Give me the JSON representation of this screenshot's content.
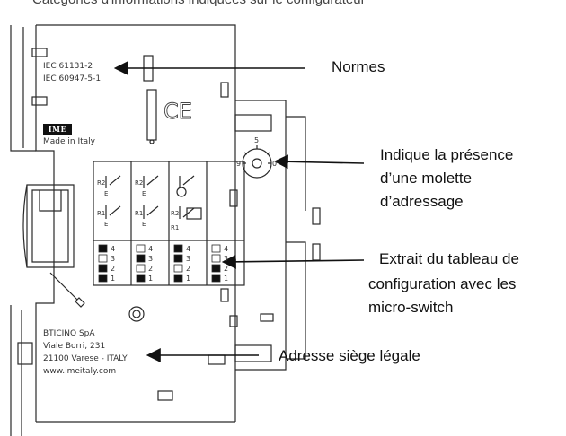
{
  "top_caption": "Catégories d'informations indiquées sur le configurateur",
  "device": {
    "standard_1": "IEC 61131-2",
    "standard_2": "IEC 60947-5-1",
    "brand_logo": "IME",
    "made_in": "Made in Italy",
    "ce_mark": "CE",
    "address_line_1": "BTICINO SpA",
    "address_line_2": "Viale Borri, 231",
    "address_line_3": "21100 Varese - ITALY",
    "address_line_4": "www.imeitaly.com",
    "dial_marks": [
      "5",
      "9",
      "0"
    ],
    "switch_numbers": [
      "4",
      "3",
      "2",
      "1"
    ],
    "relay_labels": [
      "R2",
      "E",
      "R1",
      "E"
    ]
  },
  "annotations": {
    "standards": "Normes",
    "dial_1": "Indique la présence",
    "dial_2": "d’une molette",
    "dial_3": "d’adressage",
    "table_1": "Extrait du tableau de",
    "table_2": "configuration avec les",
    "table_3": "micro-switch",
    "address": "Adresse siège légale"
  },
  "colors": {
    "line": "#2a2a2a",
    "text": "#111111",
    "background": "#ffffff"
  }
}
